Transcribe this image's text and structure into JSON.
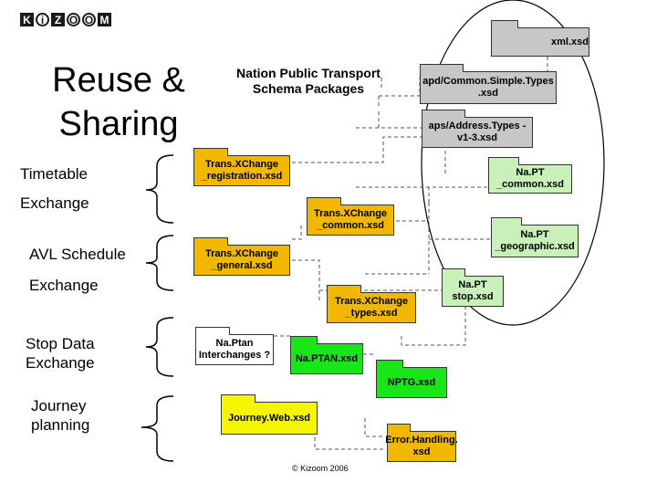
{
  "logo": {
    "letters": [
      "K",
      "i",
      "Z",
      "O",
      "O",
      "M"
    ]
  },
  "title": {
    "line1": "Reuse &",
    "line2": "Sharing"
  },
  "subtitle": {
    "line1": "Nation Public Transport",
    "line2": "Schema Packages"
  },
  "categories": {
    "timetable": "Timetable",
    "timetable_exchange": "Exchange",
    "avl": "AVL  Schedule",
    "avl_exchange": "Exchange",
    "stop_data": "Stop Data",
    "stop_exchange": "Exchange",
    "journey": "Journey",
    "planning": "planning"
  },
  "packages": {
    "xml": "xml.xsd",
    "apd": "apd/Common.Simple.Types\n.xsd",
    "aps": "aps/Address.Types -\nv1-3.xsd",
    "napt_common": "Na.PT\n_common.xsd",
    "napt_geo": "Na.PT\n_geographic.xsd",
    "napt_stop": "Na.PT\nstop.xsd",
    "txc_registration": "Trans.XChange\n_registration.xsd",
    "txc_common": "Trans.XChange\n_common.xsd",
    "txc_general": "Trans.XChange\n_general.xsd",
    "txc_types": "Trans.XChange\n_types.xsd",
    "naptan_interchanges": "Na.Ptan\nInterchanges ?",
    "naptan": "Na.PTAN.xsd",
    "nptg": "NPTG.xsd",
    "journeyweb": "Journey.Web.xsd",
    "errorhandling": "Error.Handling.\nxsd"
  },
  "colors": {
    "grey": "#c7c7c7",
    "orange": "#f2b800",
    "light_green": "#c8f0b8",
    "bright_green": "#19e619",
    "yellow": "#f5f500"
  },
  "copyright": "© Kizoom 2006"
}
